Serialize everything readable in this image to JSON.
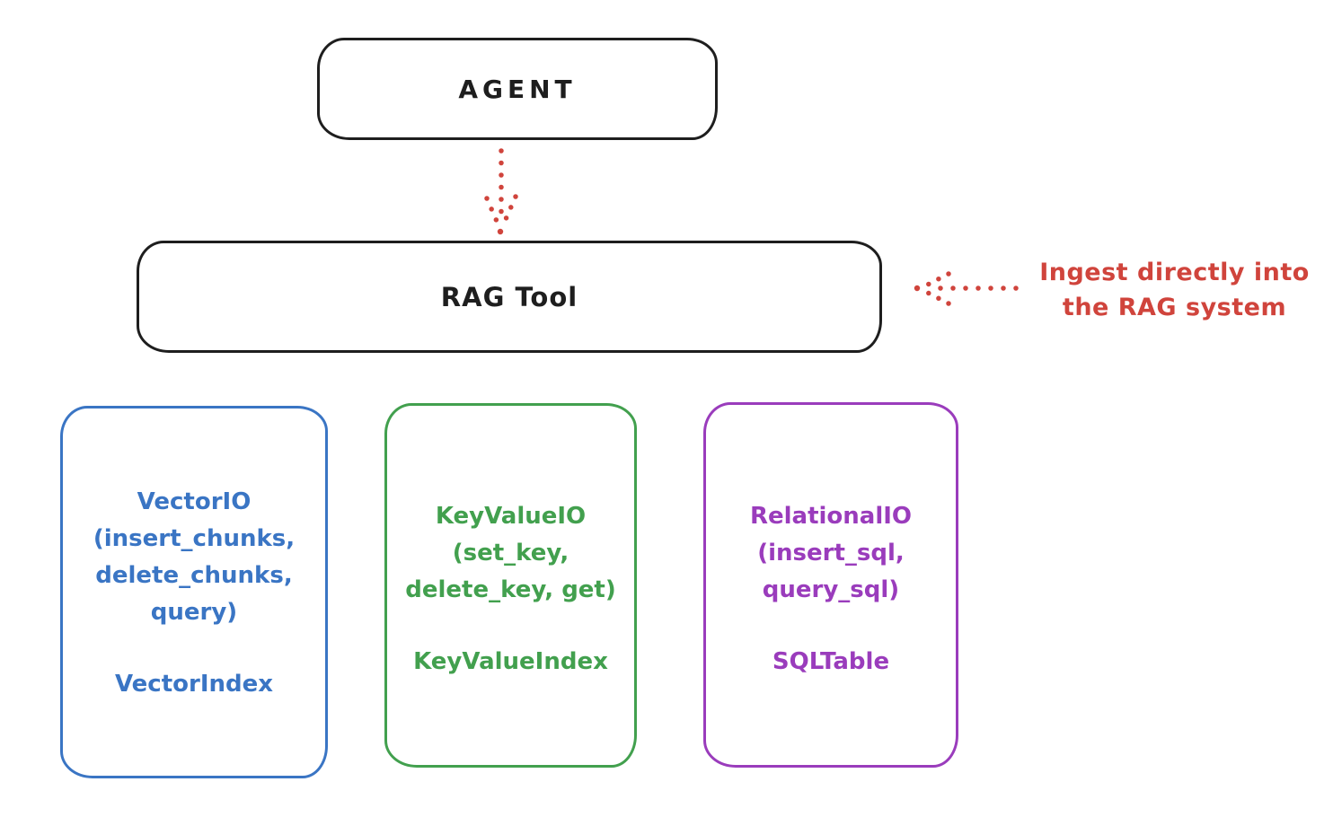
{
  "diagram": {
    "agent": {
      "label": "AGENT"
    },
    "rag_tool": {
      "label": "RAG Tool"
    },
    "annotation": {
      "line1": "Ingest directly into",
      "line2": "the RAG system"
    },
    "stores": [
      {
        "name": "vector-io",
        "color": "#3a75c4",
        "lines": [
          "VectorIO",
          "(insert_chunks,",
          "delete_chunks,",
          "query)"
        ],
        "index": "VectorIndex"
      },
      {
        "name": "keyvalue-io",
        "color": "#42a04e",
        "lines": [
          "KeyValueIO",
          "(set_key,",
          "delete_key, get)"
        ],
        "index": "KeyValueIndex"
      },
      {
        "name": "relational-io",
        "color": "#9a3cbc",
        "lines": [
          "RelationalIO",
          "(insert_sql,",
          "query_sql)"
        ],
        "index": "SQLTable"
      }
    ],
    "colors": {
      "ink": "#1e1e1e",
      "red": "#d0443c",
      "blue": "#3a75c4",
      "green": "#42a04e",
      "purple": "#9a3cbc",
      "background": "#ffffff"
    }
  }
}
